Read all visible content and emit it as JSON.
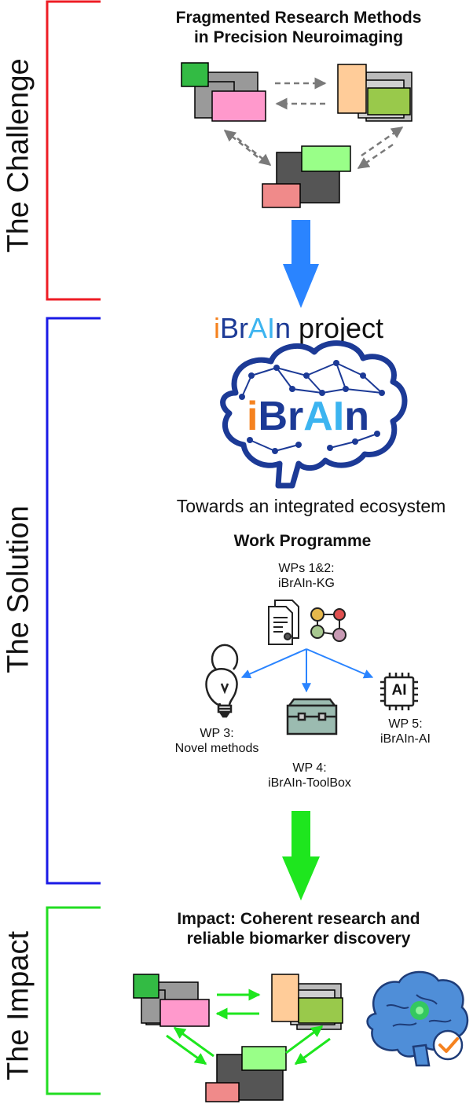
{
  "sections": {
    "challenge": "The Challenge",
    "solution": "The Solution",
    "impact": "The Impact"
  },
  "challenge": {
    "title_line1": "Fragmented Research Methods",
    "title_line2": "in Precision Neuroimaging"
  },
  "solution": {
    "project_prefix": "i",
    "project_br": "Br",
    "project_ai": "AI",
    "project_n": "n",
    "project_suffix": " project",
    "logo_i": "i",
    "logo_br": "Br",
    "logo_ai": "AI",
    "logo_n": "n",
    "tagline": "Towards an integrated ecosystem",
    "work_programme": "Work Programme",
    "wp12_line1": "WPs 1&2:",
    "wp12_line2": "iBrAIn-KG",
    "wp3_line1": "WP 3:",
    "wp3_line2": "Novel methods",
    "wp4_line1": "WP 4:",
    "wp4_line2": "iBrAIn-ToolBox",
    "wp5_line1": "WP 5:",
    "wp5_line2": "iBrAIn-AI",
    "chip_text": "AI"
  },
  "impact": {
    "title_line1": "Impact: Coherent research and",
    "title_line2": "reliable biomarker discovery"
  },
  "colors": {
    "challenge_bracket": "#ee1c24",
    "solution_bracket": "#1a1ae6",
    "impact_bracket": "#22dd22",
    "blue_arrow": "#2a84ff",
    "green_arrow": "#1ee61e",
    "logo_orange": "#f5821f",
    "logo_navy": "#1c3a96",
    "logo_light_blue": "#3cb4f0"
  },
  "icons": {
    "documents": "documents-icon",
    "graph": "knowledge-graph-icon",
    "lightbulb": "lightbulb-icon",
    "toolbox": "toolbox-icon",
    "chip": "ai-chip-icon",
    "brain_check": "brain-check-icon"
  }
}
